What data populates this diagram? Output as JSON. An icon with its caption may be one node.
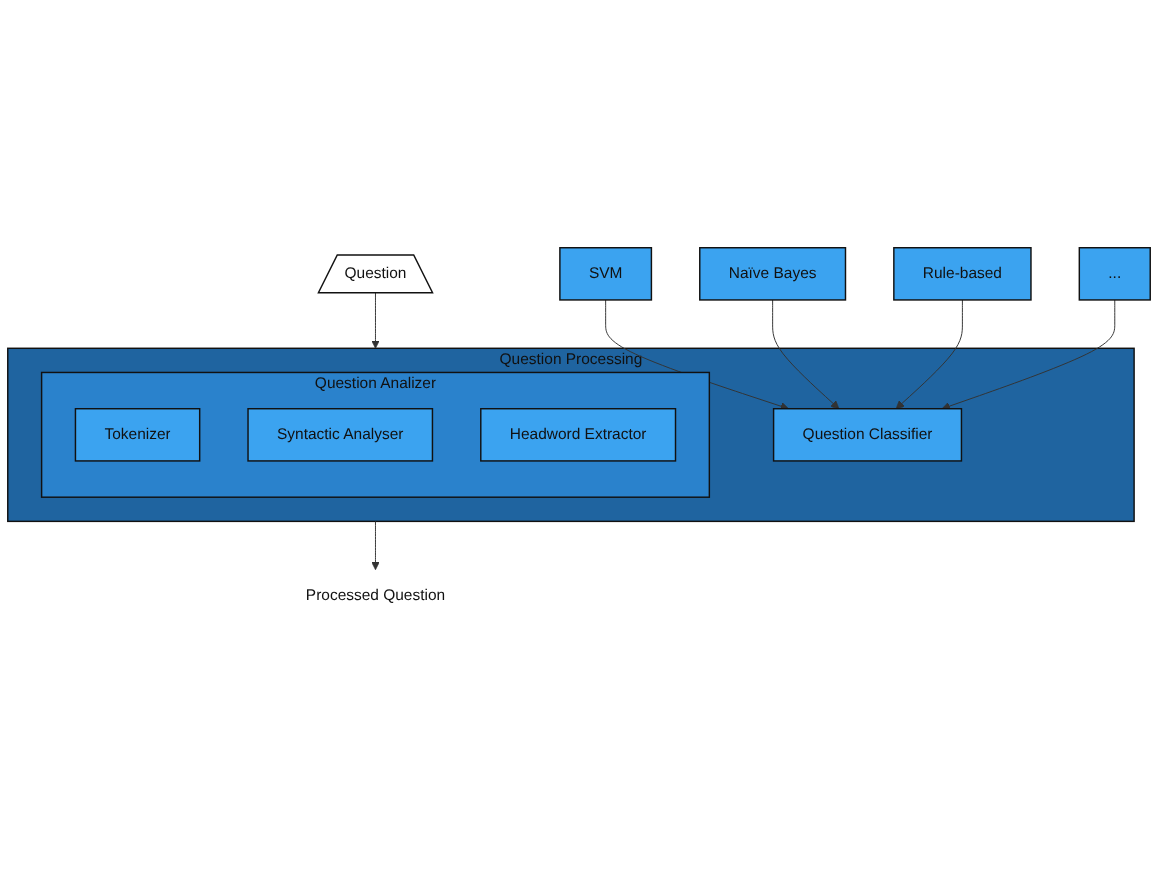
{
  "diagram": {
    "nodes": [
      {
        "text": [
          "Question"
        ]
      },
      {
        "text": [
          "Question Processing"
        ]
      },
      {
        "text": [
          "Question Analizer"
        ],
        "in": 1
      },
      {
        "text": [
          "Tokenizer"
        ],
        "in": 2
      },
      {
        "text": [
          "Syntactic Analyser"
        ],
        "in": 2
      },
      {
        "text": [
          "Headword Extractor"
        ],
        "in": 2
      },
      {
        "text": [
          "Question Classifier"
        ],
        "in": 1
      },
      {
        "text": [
          "SVM"
        ]
      },
      {
        "text": [
          "Naïve Bayes"
        ]
      },
      {
        "text": [
          "Rule-based"
        ]
      },
      {
        "text": [
          "..."
        ]
      },
      {
        "text": [
          "Processed Question"
        ]
      }
    ],
    "edges": [
      {
        "from": 0,
        "to": 1,
        "arrow": "to"
      },
      {
        "from": 7,
        "to": 6,
        "arrow": "to"
      },
      {
        "from": 8,
        "to": 6,
        "arrow": "to"
      },
      {
        "from": 9,
        "to": 6,
        "arrow": "to"
      },
      {
        "from": 10,
        "to": 6,
        "arrow": "to"
      },
      {
        "from": 1,
        "to": 11,
        "arrow": "to"
      }
    ]
  }
}
